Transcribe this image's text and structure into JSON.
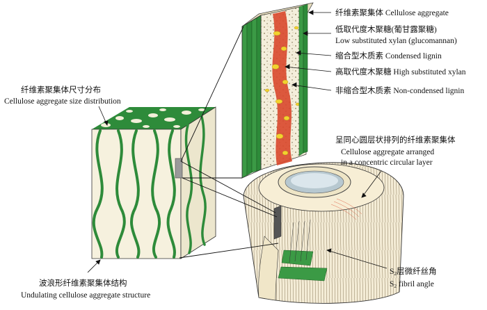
{
  "labels": {
    "cellulose_aggregate": "纤维素聚集体 Cellulose aggregate",
    "low_xylan_zh": "低取代度木聚糖(葡甘露聚糖)",
    "low_xylan_en": "Low substituted xylan (glucomannan)",
    "condensed_lignin": "缩合型木质素 Condensed lignin",
    "high_xylan": "高取代度木聚糖 High substituted xylan",
    "noncondensed_lignin": "非缩合型木质素 Non-condensed lignin",
    "size_dist_zh": "纤维素聚集体尺寸分布",
    "size_dist_en": "Cellulose aggregate size distribution",
    "concentric_zh": "呈同心圆层状排列的纤维素聚集体",
    "concentric_en_1": "Cellulose aggregate arranged",
    "concentric_en_2": "in a concentric circular layer",
    "undulating_zh": "波浪形纤维素聚集体结构",
    "undulating_en": "Undulating cellulose aggregate structure",
    "s2_angle_zh_prefix": "S",
    "s2_angle_zh_sub": "2",
    "s2_angle_zh_rest": "层微纤丝角",
    "s2_angle_en_prefix": "S",
    "s2_angle_en_sub": "2",
    "s2_angle_en_rest": " fibril angle"
  },
  "colors": {
    "fibril_green": "#2e8b3a",
    "dark_green": "#1f6a2a",
    "lignin_red": "#d9472b",
    "xylan_yellow": "#f2d22e",
    "wood_beige": "#f1ead6",
    "outline": "#333333"
  }
}
